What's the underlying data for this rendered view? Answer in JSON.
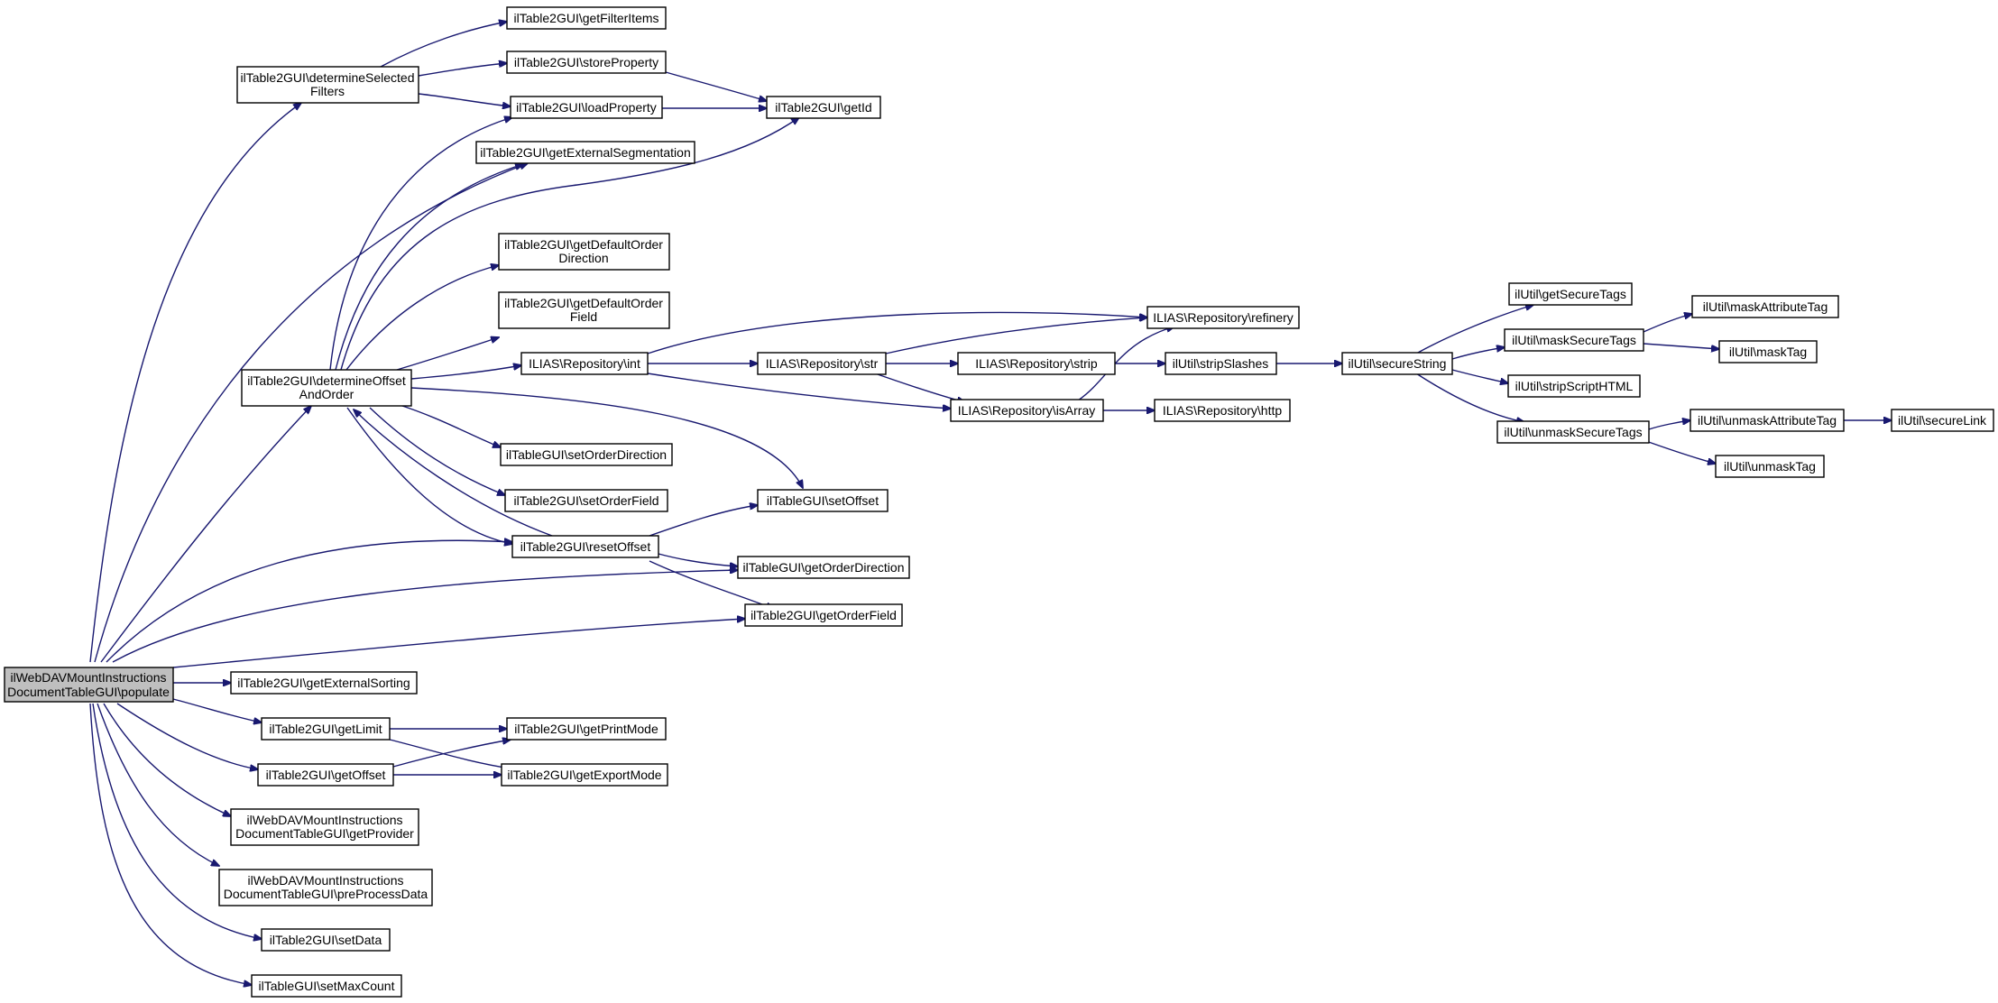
{
  "nodes": [
    {
      "id": "populate",
      "lines": [
        "ilWebDAVMountInstructions",
        "DocumentTableGUI\\populate"
      ],
      "root": true
    },
    {
      "id": "detSelFilters",
      "lines": [
        "ilTable2GUI\\determineSelected",
        "Filters"
      ]
    },
    {
      "id": "getFilterItems",
      "lines": [
        "ilTable2GUI\\getFilterItems"
      ]
    },
    {
      "id": "storeProperty",
      "lines": [
        "ilTable2GUI\\storeProperty"
      ]
    },
    {
      "id": "loadProperty",
      "lines": [
        "ilTable2GUI\\loadProperty"
      ]
    },
    {
      "id": "getId",
      "lines": [
        "ilTable2GUI\\getId"
      ]
    },
    {
      "id": "getExtSeg",
      "lines": [
        "ilTable2GUI\\getExternalSegmentation"
      ]
    },
    {
      "id": "getDefOrdDir",
      "lines": [
        "ilTable2GUI\\getDefaultOrder",
        "Direction"
      ]
    },
    {
      "id": "getDefOrdField",
      "lines": [
        "ilTable2GUI\\getDefaultOrder",
        "Field"
      ]
    },
    {
      "id": "detOffsetOrder",
      "lines": [
        "ilTable2GUI\\determineOffset",
        "AndOrder"
      ]
    },
    {
      "id": "repoInt",
      "lines": [
        "ILIAS\\Repository\\int"
      ]
    },
    {
      "id": "repoStr",
      "lines": [
        "ILIAS\\Repository\\str"
      ]
    },
    {
      "id": "repoStrip",
      "lines": [
        "ILIAS\\Repository\\strip"
      ]
    },
    {
      "id": "repoRefinery",
      "lines": [
        "ILIAS\\Repository\\refinery"
      ]
    },
    {
      "id": "repoIsArray",
      "lines": [
        "ILIAS\\Repository\\isArray"
      ]
    },
    {
      "id": "repoHttp",
      "lines": [
        "ILIAS\\Repository\\http"
      ]
    },
    {
      "id": "stripSlashes",
      "lines": [
        "ilUtil\\stripSlashes"
      ]
    },
    {
      "id": "secureString",
      "lines": [
        "ilUtil\\secureString"
      ]
    },
    {
      "id": "getSecureTags",
      "lines": [
        "ilUtil\\getSecureTags"
      ]
    },
    {
      "id": "maskSecureTags",
      "lines": [
        "ilUtil\\maskSecureTags"
      ]
    },
    {
      "id": "stripScriptHTML",
      "lines": [
        "ilUtil\\stripScriptHTML"
      ]
    },
    {
      "id": "unmaskSecureTags",
      "lines": [
        "ilUtil\\unmaskSecureTags"
      ]
    },
    {
      "id": "maskAttributeTag",
      "lines": [
        "ilUtil\\maskAttributeTag"
      ]
    },
    {
      "id": "maskTag",
      "lines": [
        "ilUtil\\maskTag"
      ]
    },
    {
      "id": "unmaskAttributeTag",
      "lines": [
        "ilUtil\\unmaskAttributeTag"
      ]
    },
    {
      "id": "unmaskTag",
      "lines": [
        "ilUtil\\unmaskTag"
      ]
    },
    {
      "id": "secureLink",
      "lines": [
        "ilUtil\\secureLink"
      ]
    },
    {
      "id": "setOrderDirection",
      "lines": [
        "ilTableGUI\\setOrderDirection"
      ]
    },
    {
      "id": "setOrderField",
      "lines": [
        "ilTable2GUI\\setOrderField"
      ]
    },
    {
      "id": "setOffset",
      "lines": [
        "ilTableGUI\\setOffset"
      ]
    },
    {
      "id": "resetOffset",
      "lines": [
        "ilTable2GUI\\resetOffset"
      ]
    },
    {
      "id": "getOrderDirection",
      "lines": [
        "ilTableGUI\\getOrderDirection"
      ]
    },
    {
      "id": "getOrderField",
      "lines": [
        "ilTable2GUI\\getOrderField"
      ]
    },
    {
      "id": "getExtSorting",
      "lines": [
        "ilTable2GUI\\getExternalSorting"
      ]
    },
    {
      "id": "getLimit",
      "lines": [
        "ilTable2GUI\\getLimit"
      ]
    },
    {
      "id": "getPrintMode",
      "lines": [
        "ilTable2GUI\\getPrintMode"
      ]
    },
    {
      "id": "getOffset",
      "lines": [
        "ilTable2GUI\\getOffset"
      ]
    },
    {
      "id": "getExportMode",
      "lines": [
        "ilTable2GUI\\getExportMode"
      ]
    },
    {
      "id": "getProvider",
      "lines": [
        "ilWebDAVMountInstructions",
        "DocumentTableGUI\\getProvider"
      ]
    },
    {
      "id": "preProcessData",
      "lines": [
        "ilWebDAVMountInstructions",
        "DocumentTableGUI\\preProcessData"
      ]
    },
    {
      "id": "setData",
      "lines": [
        "ilTable2GUI\\setData"
      ]
    },
    {
      "id": "setMaxCount",
      "lines": [
        "ilTableGUI\\setMaxCount"
      ]
    }
  ]
}
